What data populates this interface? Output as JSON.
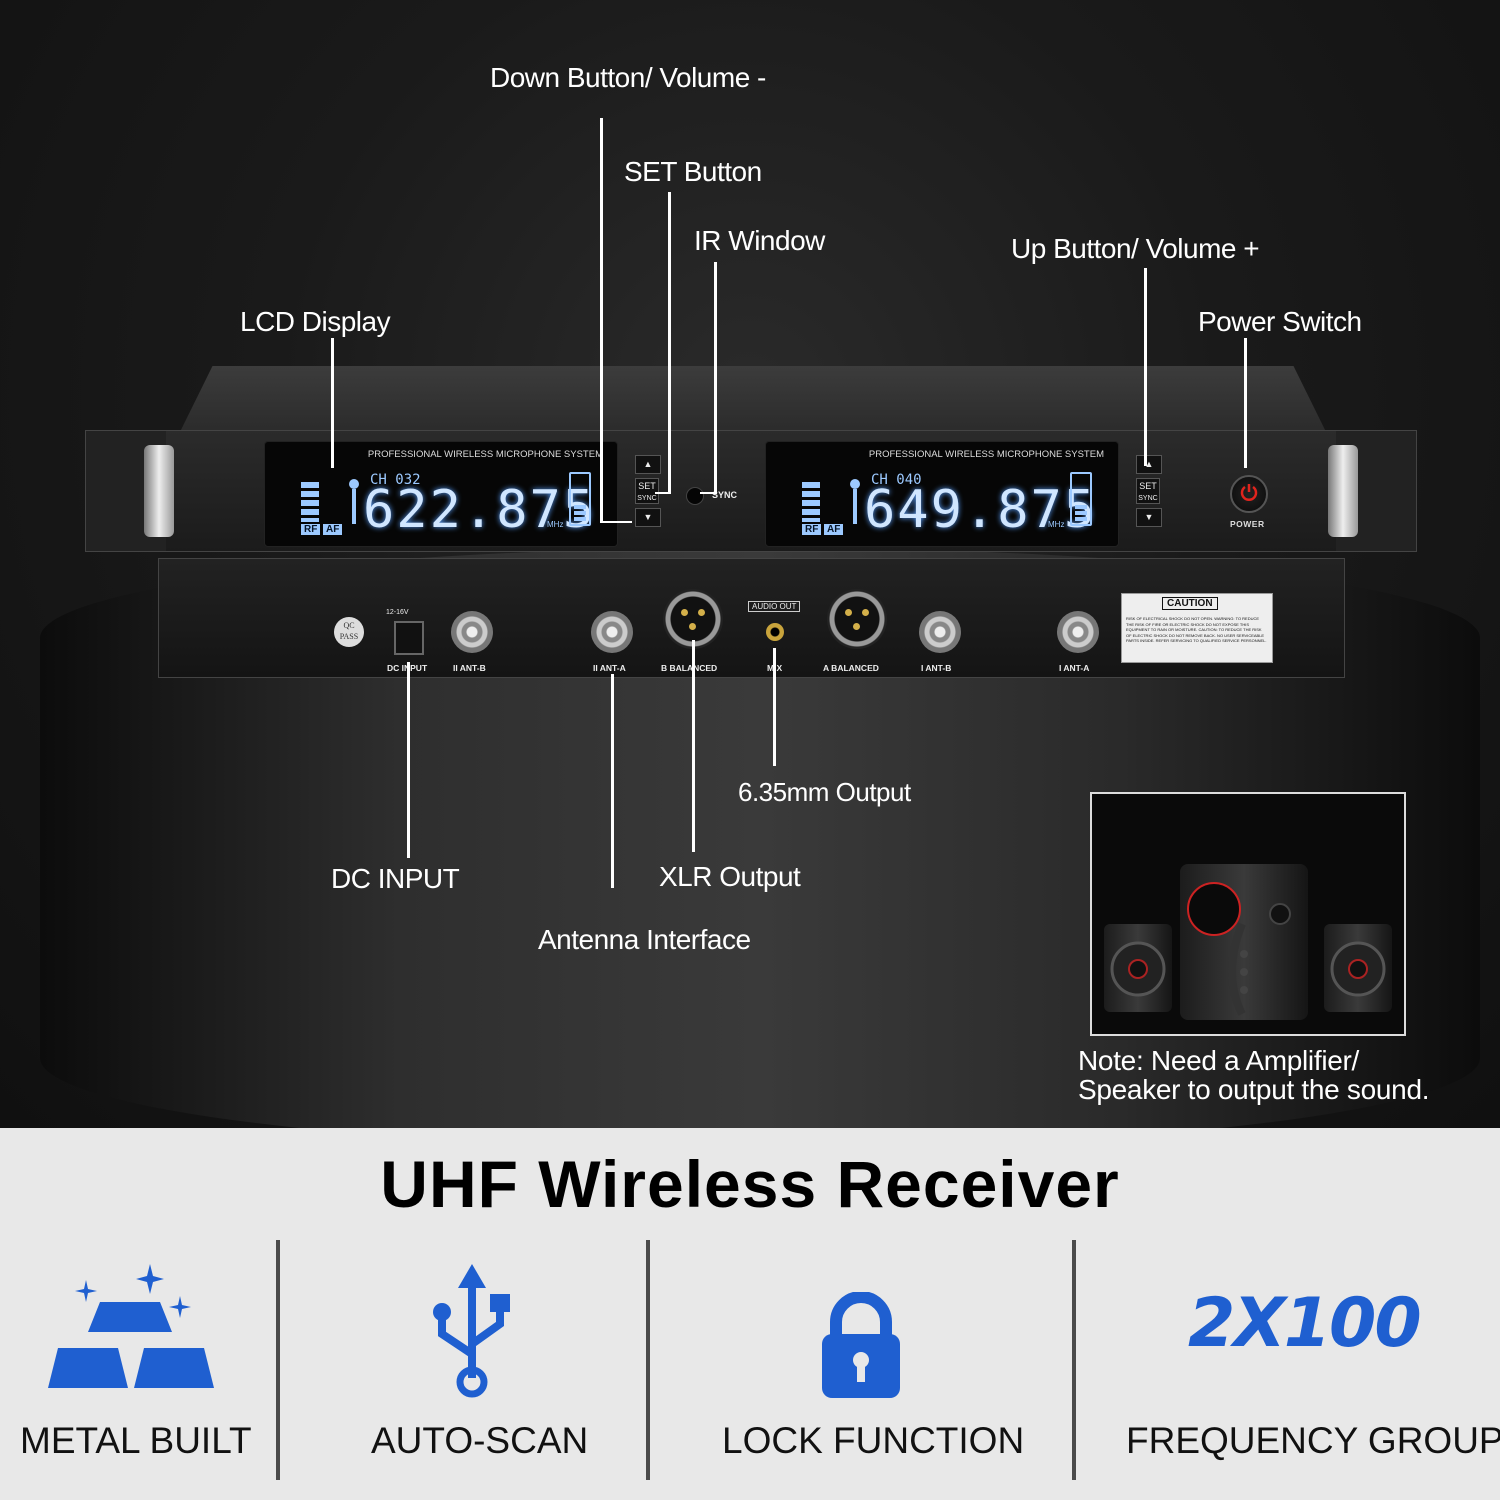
{
  "callouts": {
    "down": "Down Button/ Volume -",
    "set": "SET Button",
    "ir": "IR Window",
    "up": "Up Button/ Volume +",
    "lcd": "LCD Display",
    "power": "Power Switch",
    "out635": "6.35mm Output",
    "dc": "DC INPUT",
    "xlr": "XLR Output",
    "antenna": "Antenna Interface"
  },
  "receiver": {
    "lcd_title": "PROFESSIONAL WIRELESS MICROPHONE SYSTEM",
    "channel_a": {
      "ch": "CH 032",
      "freq": "622.875",
      "unit": "MHz",
      "rf": "RF",
      "af": "AF"
    },
    "channel_b": {
      "ch": "CH 040",
      "freq": "649.875",
      "unit": "MHz",
      "rf": "RF",
      "af": "AF"
    },
    "set_label": "SET",
    "sync_label": "SYNC",
    "power_label": "POWER"
  },
  "rear_panel": {
    "qc": "QC PASS",
    "dc_rating": "12-16V",
    "labels": [
      "DC INPUT",
      "II ANT-B",
      "II ANT-A",
      "B BALANCED",
      "MIX",
      "A BALANCED",
      "I ANT-B",
      "I ANT-A"
    ],
    "audio_out": "AUDIO OUT",
    "caution_title": "CAUTION",
    "caution_text": "RISK OF ELECTRICAL SHOCK DO NOT OPEN. WARNING: TO REDUCE THE RISK OF FIRE OR ELECTRIC SHOCK DO NOT EXPOSE THIS EQUIPMENT TO RAIN OR MOISTURE. CAUTION: TO REDUCE THE RISK OF ELECTRIC SHOCK DO NOT REMOVE BACK. NO USER SERVICEABLE PARTS INSIDE. REFER SERVICING TO QUALIFIED SERVICE PERSONNEL."
  },
  "note": {
    "line1": "Note: Need a Amplifier/",
    "line2": "Speaker to output the sound."
  },
  "headline": "UHF Wireless Receiver",
  "features": [
    {
      "icon": "gold-bars-icon",
      "label": "METAL BUILT"
    },
    {
      "icon": "usb-icon",
      "label": "AUTO-SCAN"
    },
    {
      "icon": "lock-icon",
      "label": "LOCK FUNCTION"
    },
    {
      "icon": "2x100-text",
      "label": "FREQUENCY GROUPS",
      "big_text": "2X100"
    }
  ],
  "colors": {
    "accent_blue": "#1f5fd0",
    "lcd_blue": "#9cc9ff",
    "power_red": "#e0241d"
  }
}
